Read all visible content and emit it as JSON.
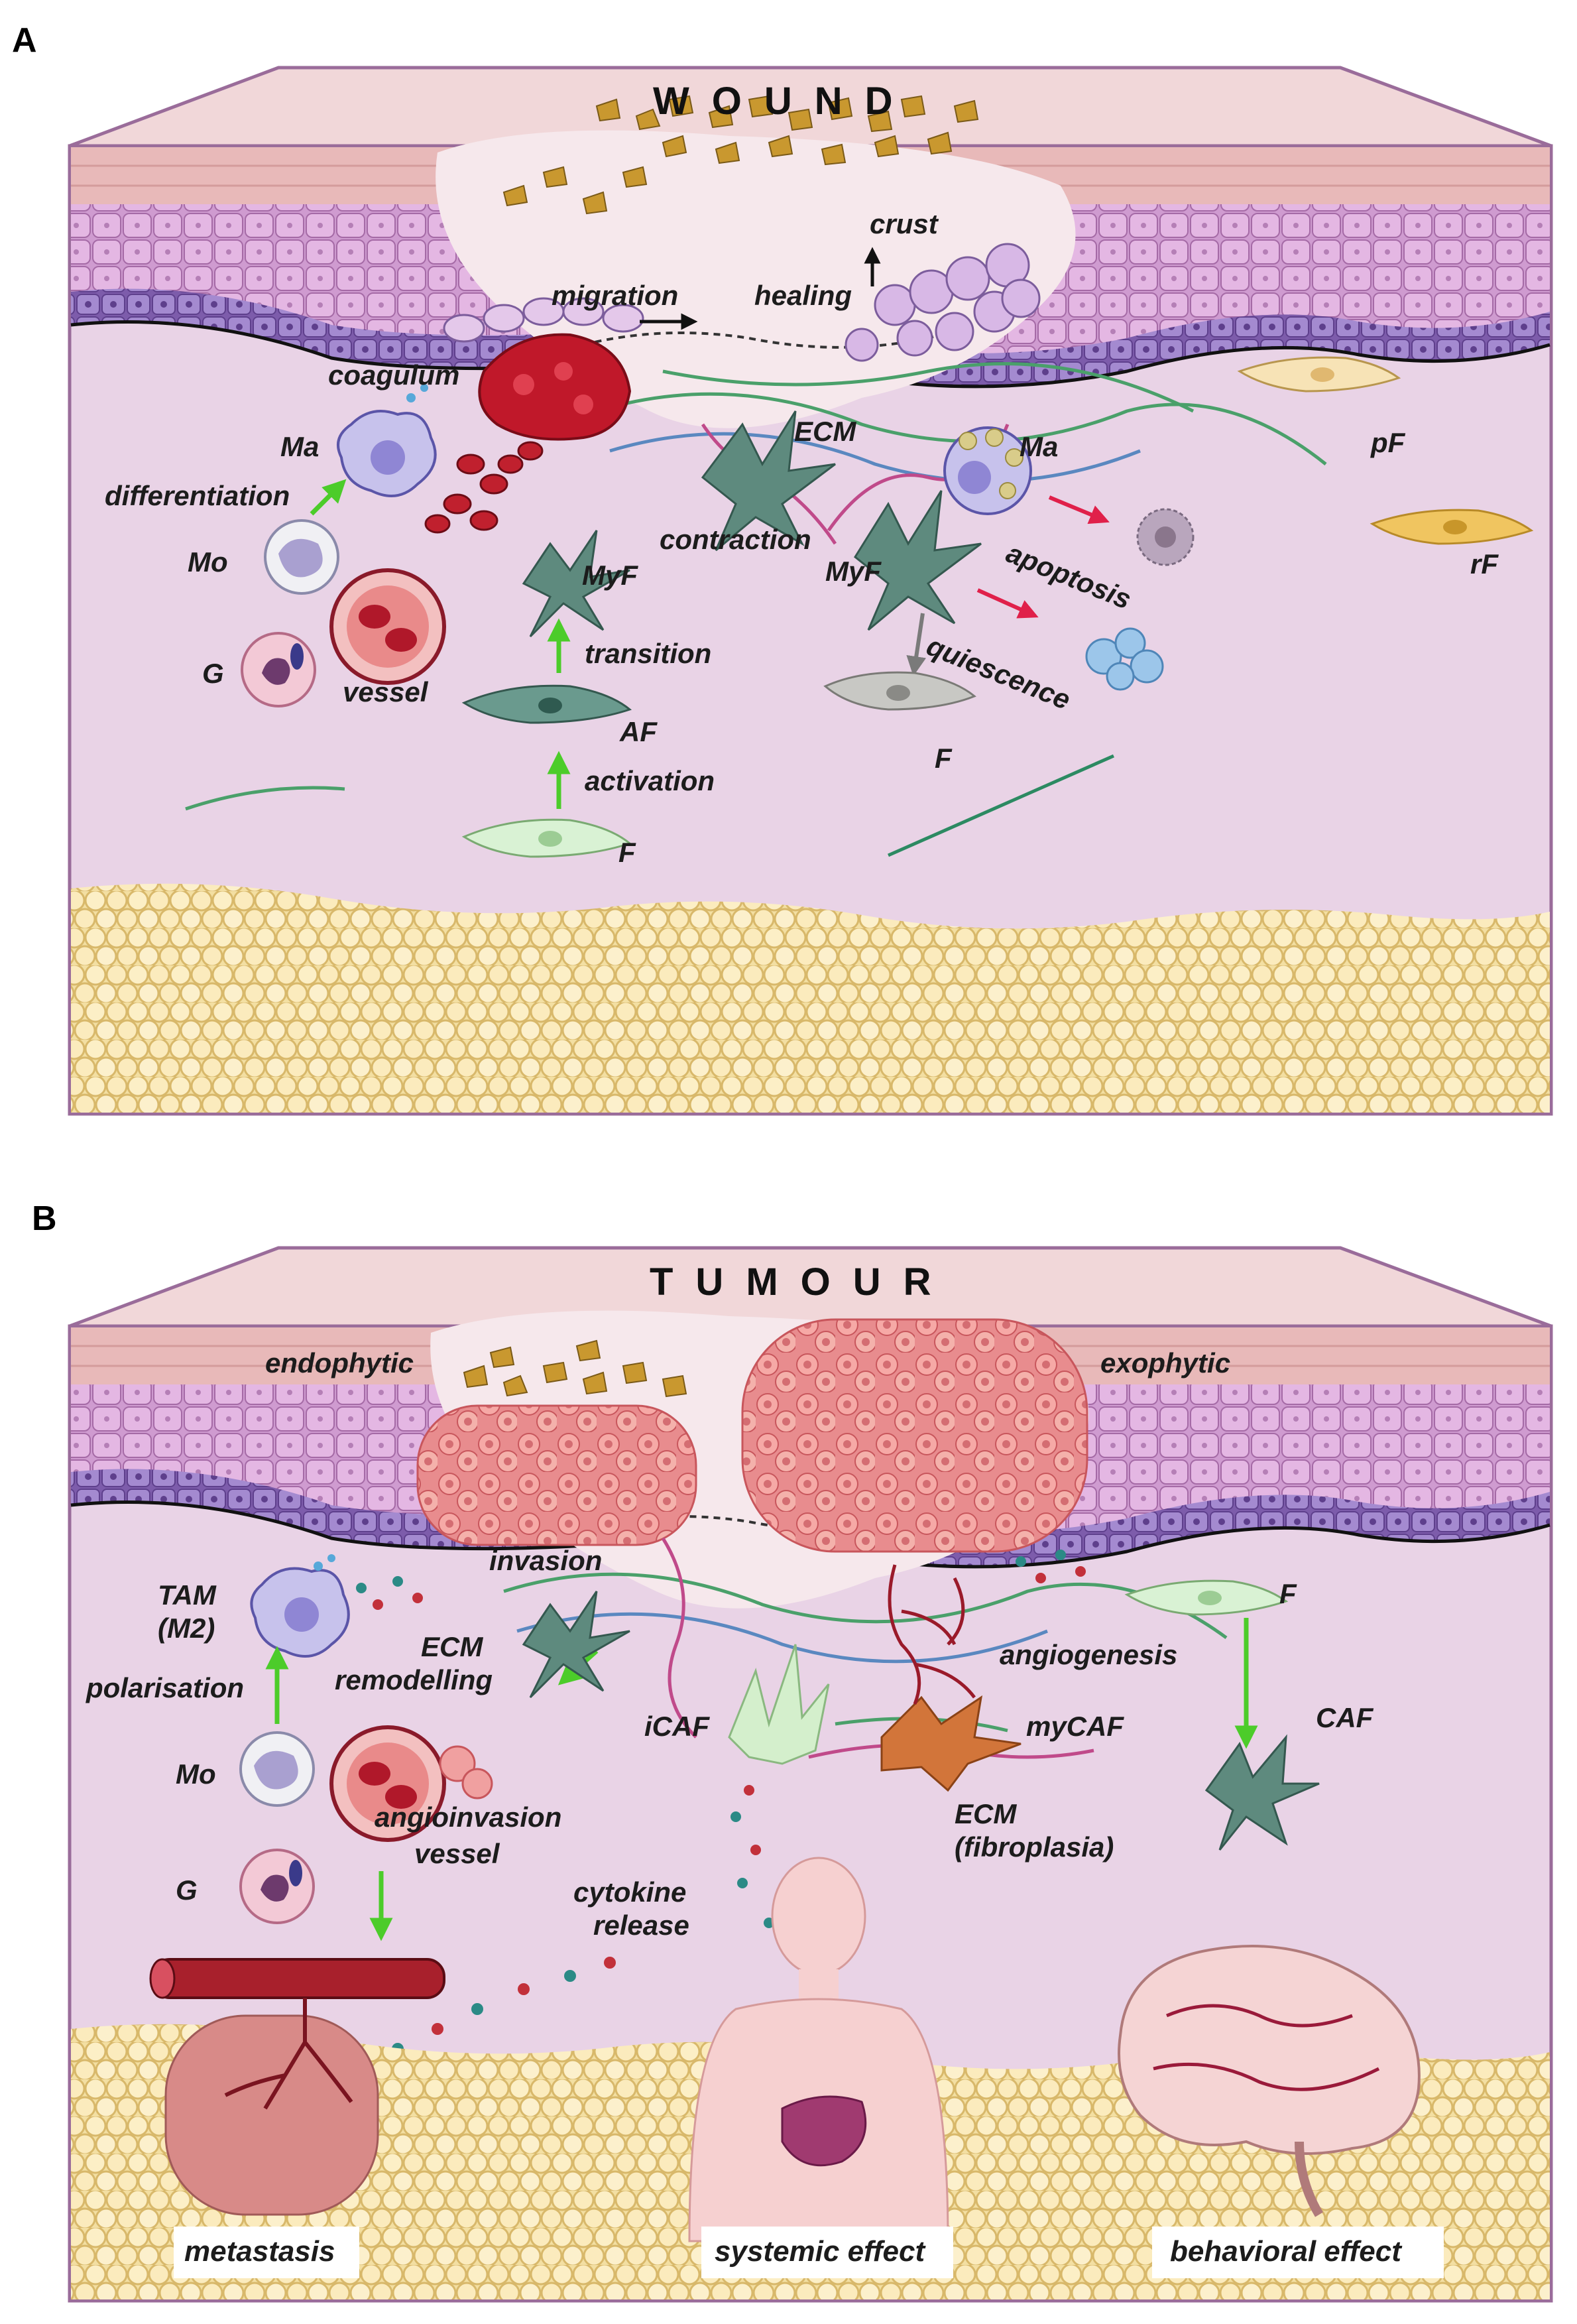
{
  "panels": {
    "a": {
      "letter": "A",
      "title": "WOUND",
      "labels": {
        "coagulum": "coagulum",
        "migration": "migration",
        "crust": "crust",
        "healing": "healing",
        "ecm": "ECM",
        "pf": "pF",
        "rf": "rF",
        "ma_left": "Ma",
        "ma_right": "Ma",
        "differentiation": "differentiation",
        "mo": "Mo",
        "g": "G",
        "vessel": "vessel",
        "contraction": "contraction",
        "myf_left": "MyF",
        "myf_right": "MyF",
        "apoptosis": "apoptosis",
        "transition": "transition",
        "quiescence": "quiescence",
        "af": "AF",
        "activation": "activation",
        "f_bottom": "F",
        "f_right": "F"
      }
    },
    "b": {
      "letter": "B",
      "title": "TUMOUR",
      "labels": {
        "endophytic": "endophytic",
        "exophytic": "exophytic",
        "invasion": "invasion",
        "tam": "TAM",
        "m2": "(M2)",
        "ecm_remodelling_1": "ECM",
        "ecm_remodelling_2": "remodelling",
        "polarisation": "polarisation",
        "f": "F",
        "angiogenesis": "angiogenesis",
        "icaf": "iCAF",
        "mycaf": "myCAF",
        "caf": "CAF",
        "mo": "Mo",
        "angioinvasion": "angioinvasion",
        "vessel": "vessel",
        "ecm_fibro_1": "ECM",
        "ecm_fibro_2": "(fibroplasia)",
        "g": "G",
        "cytokine_1": "cytokine",
        "cytokine_2": "release",
        "metastasis": "metastasis",
        "systemic": "systemic effect",
        "behavioral": "behavioral  effect"
      }
    }
  },
  "colors": {
    "dermis": "#e9d3e6",
    "epidermis": "#c893c9",
    "stratum": "#e8b9b9",
    "fat": "#f6e4ad",
    "wound_bed": "#f6e8ec",
    "arrow_green": "#4ccc2a",
    "arrow_red": "#e0204a",
    "arrow_grey": "#7a7a7a",
    "tumour": "#f0a0a0",
    "clot": "#c0182a"
  }
}
